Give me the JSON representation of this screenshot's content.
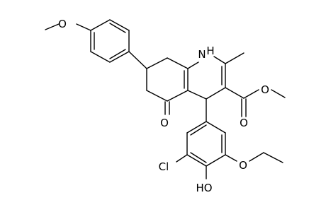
{
  "atoms": {
    "nh": "N",
    "h": "H",
    "o_methoxy": "O",
    "o_ketone": "O",
    "o_ester_carbonyl": "O",
    "o_ester_ether": "O",
    "cl": "Cl",
    "ho": "HO",
    "o_ethoxy": "O"
  },
  "colors": {
    "bond": "#000000",
    "background": "#ffffff"
  }
}
